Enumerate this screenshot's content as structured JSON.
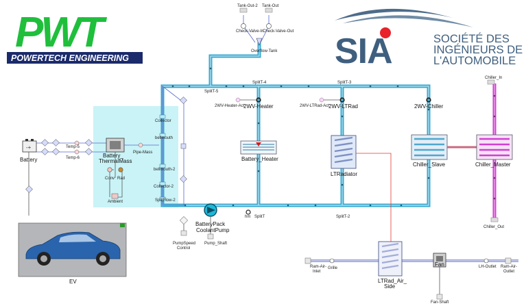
{
  "logos": {
    "pwt_mark": "PWT",
    "pwt_tagline": "POWERTECH ENGINEERING",
    "sia_mark": "SIA",
    "sia_line1": "SOCIÉTÉ DES",
    "sia_line2": "INGÉNIEURS DE",
    "sia_line3": "L'AUTOMOBILE"
  },
  "components": {
    "battery": "Battery",
    "thermal_mass": "Battery_\nThermalMass",
    "conv": "Conv",
    "rad": "Rad",
    "ambient": "Ambient",
    "temp5": "Temp-5",
    "temp6": "Temp-6",
    "pipe_mass": "Pipe-Mass",
    "collector": "Collector",
    "bellmouth": "bellmouth",
    "bellmouth2": "bellmouth-2",
    "collector2": "Collector-2",
    "splitflow2": "SplitFlow-2",
    "ev": "EV",
    "tank_out2": "Tank-Out-2",
    "tank_out": "Tank-Out",
    "check_valve_in": "Check-Valve-In",
    "check_valve_out": "Check-Valve-Out",
    "overflow_tank": "Overflow-Tank",
    "split5": "SplitT-5",
    "split4": "SplitT-4",
    "split3": "SplitT-3",
    "split2": "SplitT-2",
    "splitT": "SplitT",
    "hm": "hm",
    "act_heater": "2WV-Heater-Act",
    "act_ltrad": "2WV-LTRad-Act",
    "wv_heater": "2WV-Heater",
    "wv_ltrad": "2WV-LTRad",
    "wv_chiller": "2WV-Chiller",
    "battery_heater": "Battery_Heater",
    "lt_radiator": "LTRadiator",
    "chiller_slave": "Chiller_Slave",
    "chiller_master": "Chiller_Master",
    "chiller_in": "Chiller_In",
    "chiller_out": "Chiller_Out",
    "coolant_pump": "BatteryPack\nCoolantPump",
    "pump_speed": "PumpSpeed\nControl",
    "pump_shaft": "Pump_Shaft",
    "ram_air_inlet": "Ram-Air-Inlet",
    "grille": "Grille",
    "ltrad_air_side": "LTRad_Air_\nSide",
    "fan": "Fan",
    "fan_shaft": "Fan-Shaft",
    "lh_outlet": "LH-Outlet",
    "ram_air_outlet": "Ram-Air-Outlet"
  },
  "colors": {
    "coolant_pipe": "#3aa8cf",
    "refrigerant_pipe": "#d23fd2",
    "air_pipe": "#9aa2d6",
    "thermal_region": "#c9f3f7",
    "pwt_green": "#1fbf3c",
    "pwt_navy": "#1b2a6b",
    "sia_blue": "#3f5f7f",
    "sia_red": "#e8212b"
  },
  "icons": [
    "battery-icon",
    "car-icon",
    "pump-icon",
    "radiator-icon",
    "chiller-icon",
    "fan-icon",
    "valve-icon",
    "tank-icon"
  ]
}
